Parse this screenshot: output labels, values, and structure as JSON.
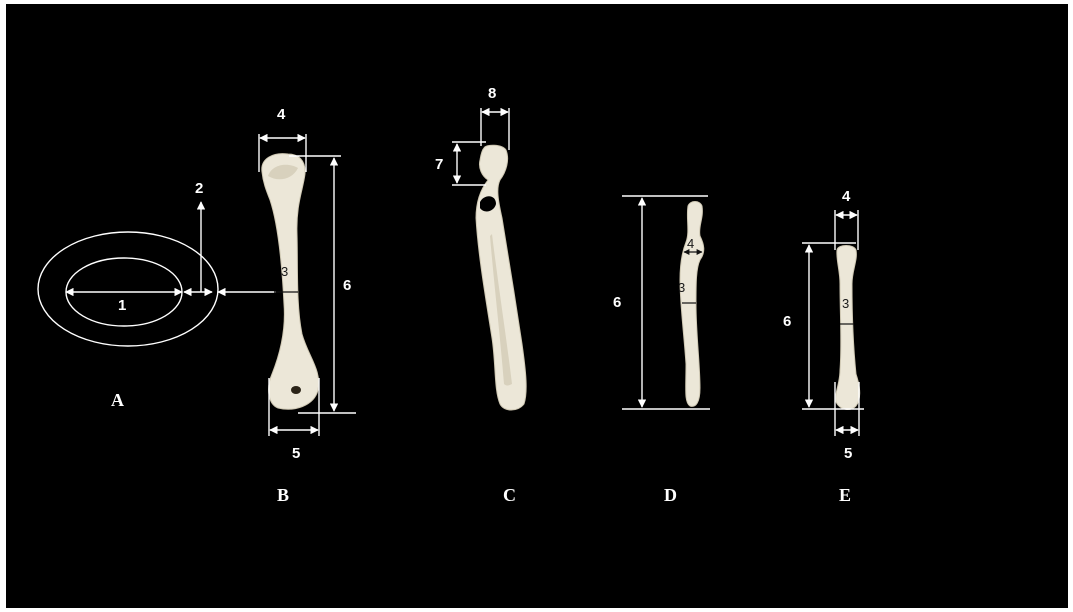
{
  "panels": {
    "a": "A",
    "b": "B",
    "c": "C",
    "d": "D",
    "e": "E"
  },
  "measure_labels": {
    "a_inner_diameter": "1",
    "a_wall": "2",
    "b_width_top": "4",
    "b_mid": "3",
    "b_width_bottom": "5",
    "b_length": "6",
    "c_width": "8",
    "c_depth": "7",
    "d_length": "6",
    "d_width": "4",
    "d_mid": "3",
    "e_width_top": "4",
    "e_length": "6",
    "e_mid": "3",
    "e_width_bottom": "5"
  },
  "colors": {
    "background": "#000000",
    "lines": "#ffffff",
    "bone": "#ece7d8"
  }
}
